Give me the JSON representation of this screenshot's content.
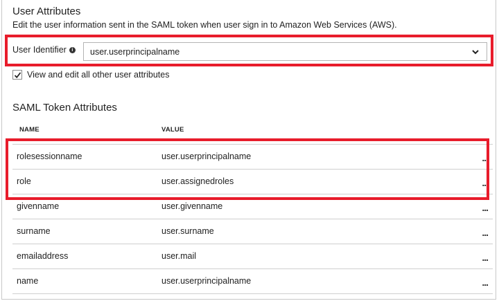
{
  "user_attributes": {
    "title": "User Attributes",
    "description": "Edit the user information sent in the SAML token when user sign in to Amazon Web Services (AWS).",
    "user_identifier": {
      "label": "User Identifier",
      "info_icon": "info-icon",
      "value": "user.userprincipalname"
    },
    "view_edit_checkbox": {
      "label": "View and edit all other user attributes",
      "checked": true
    }
  },
  "saml_token_attributes": {
    "title": "SAML Token Attributes",
    "columns": [
      "NAME",
      "VALUE"
    ],
    "rows": [
      {
        "name": "rolesessionname",
        "value": "user.userprincipalname",
        "more": "..."
      },
      {
        "name": "role",
        "value": "user.assignedroles",
        "more": "..."
      },
      {
        "name": "givenname",
        "value": "user.givenname",
        "more": "..."
      },
      {
        "name": "surname",
        "value": "user.surname",
        "more": "..."
      },
      {
        "name": "emailaddress",
        "value": "user.mail",
        "more": "..."
      },
      {
        "name": "name",
        "value": "user.userprincipalname",
        "more": "..."
      }
    ]
  },
  "colors": {
    "highlight_red": "#e81c2b",
    "border_gray": "#c8c8c8",
    "text": "#222222"
  }
}
